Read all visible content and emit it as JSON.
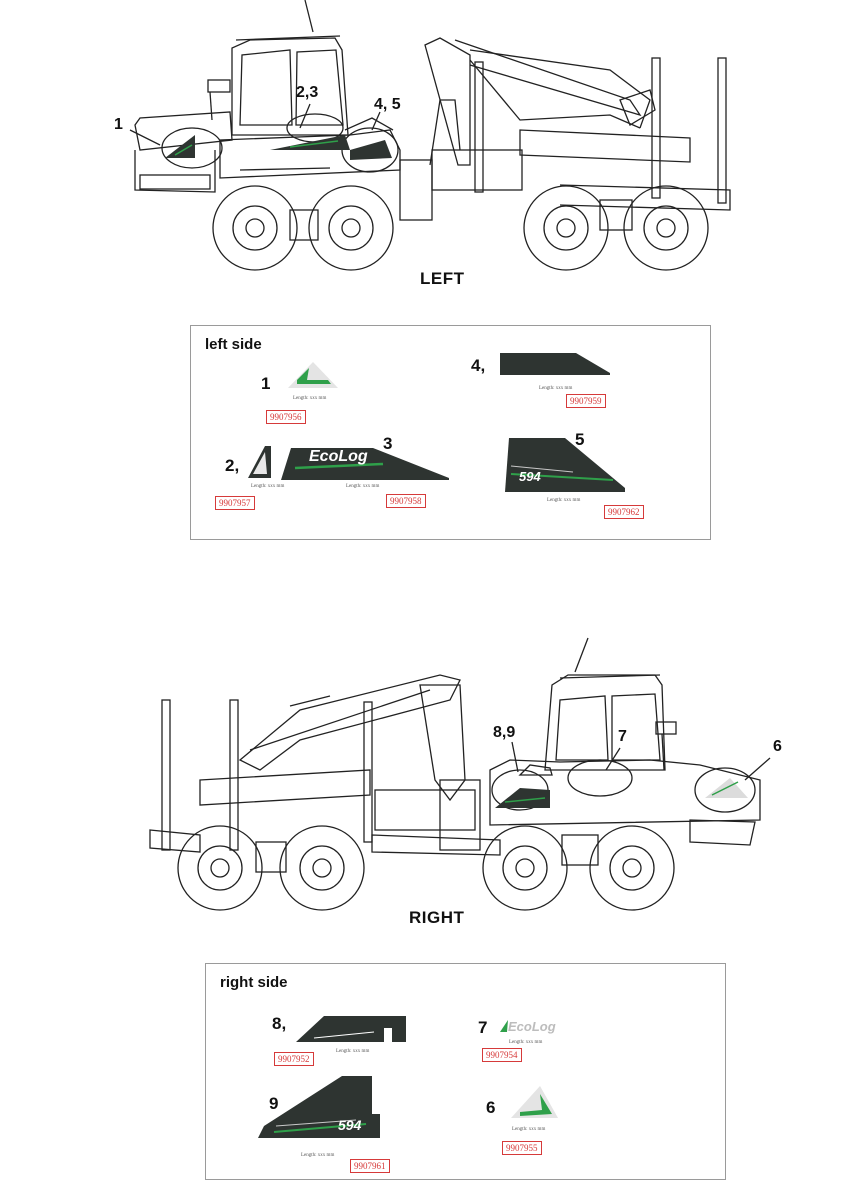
{
  "colors": {
    "decal_dark": "#2e3431",
    "decal_green": "#2fa04a",
    "part_red": "#d63a3a"
  },
  "left_view": {
    "title": "LEFT",
    "callouts": [
      "1",
      "2,3",
      "4, 5"
    ]
  },
  "left_panel": {
    "title": "left side",
    "items": [
      {
        "num": "1",
        "part": "9907956"
      },
      {
        "num": "4,",
        "part": "9907959"
      },
      {
        "num": "2,",
        "part": "9907957"
      },
      {
        "num": "3",
        "part": "9907958",
        "text": "EcoLog"
      },
      {
        "num": "5",
        "part": "9907962",
        "text": "594"
      }
    ]
  },
  "right_view": {
    "title": "RIGHT",
    "callouts": [
      "8,9",
      "7",
      "6"
    ]
  },
  "right_panel": {
    "title": "right side",
    "items": [
      {
        "num": "8,",
        "part": "9907952"
      },
      {
        "num": "7",
        "part": "9907954",
        "text": "EcoLog"
      },
      {
        "num": "9",
        "part": "9907961",
        "text": "594"
      },
      {
        "num": "6",
        "part": "9907955"
      }
    ]
  },
  "caption": "Length: xxx mm"
}
